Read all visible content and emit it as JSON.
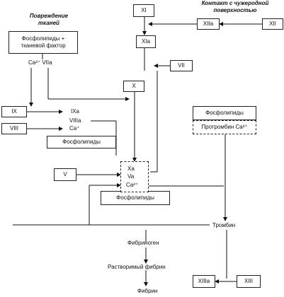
{
  "headings": {
    "tissue_damage": "Повреждение тканей",
    "foreign_contact": "Контакт с чужеродной поверхностью"
  },
  "boxes": {
    "xii_top": "XI",
    "xiia": "XIIa",
    "xii": "XII",
    "xia": "XIa",
    "phospholipid_tf": "Фосфолипиды + тканевой фактор",
    "vii": "VII",
    "x": "X",
    "ix": "IX",
    "viii": "VIII",
    "phospholipids_left": "Фосфолипиды",
    "v": "V",
    "phospholipids_mid": "Фосфолипиды",
    "phospholipids_right": "Фосфолипиды",
    "prothrombin": "Протромбин Ca²⁺",
    "xiiia": "XIIIa",
    "xiii": "XIII"
  },
  "labels": {
    "ca_viia": "Ca²⁺ VIIa",
    "ixa": "IXa",
    "viiia": "VIIIa",
    "ca_left": "Ca⁺",
    "xa": "Xa",
    "va": "Va",
    "ca_mid": "Ca²⁺",
    "thrombin": "Тромбин",
    "fibrinogen": "Фибриноген",
    "soluble_fibrin": "Растворимый фибрин",
    "fibrin": "Фибрин"
  }
}
